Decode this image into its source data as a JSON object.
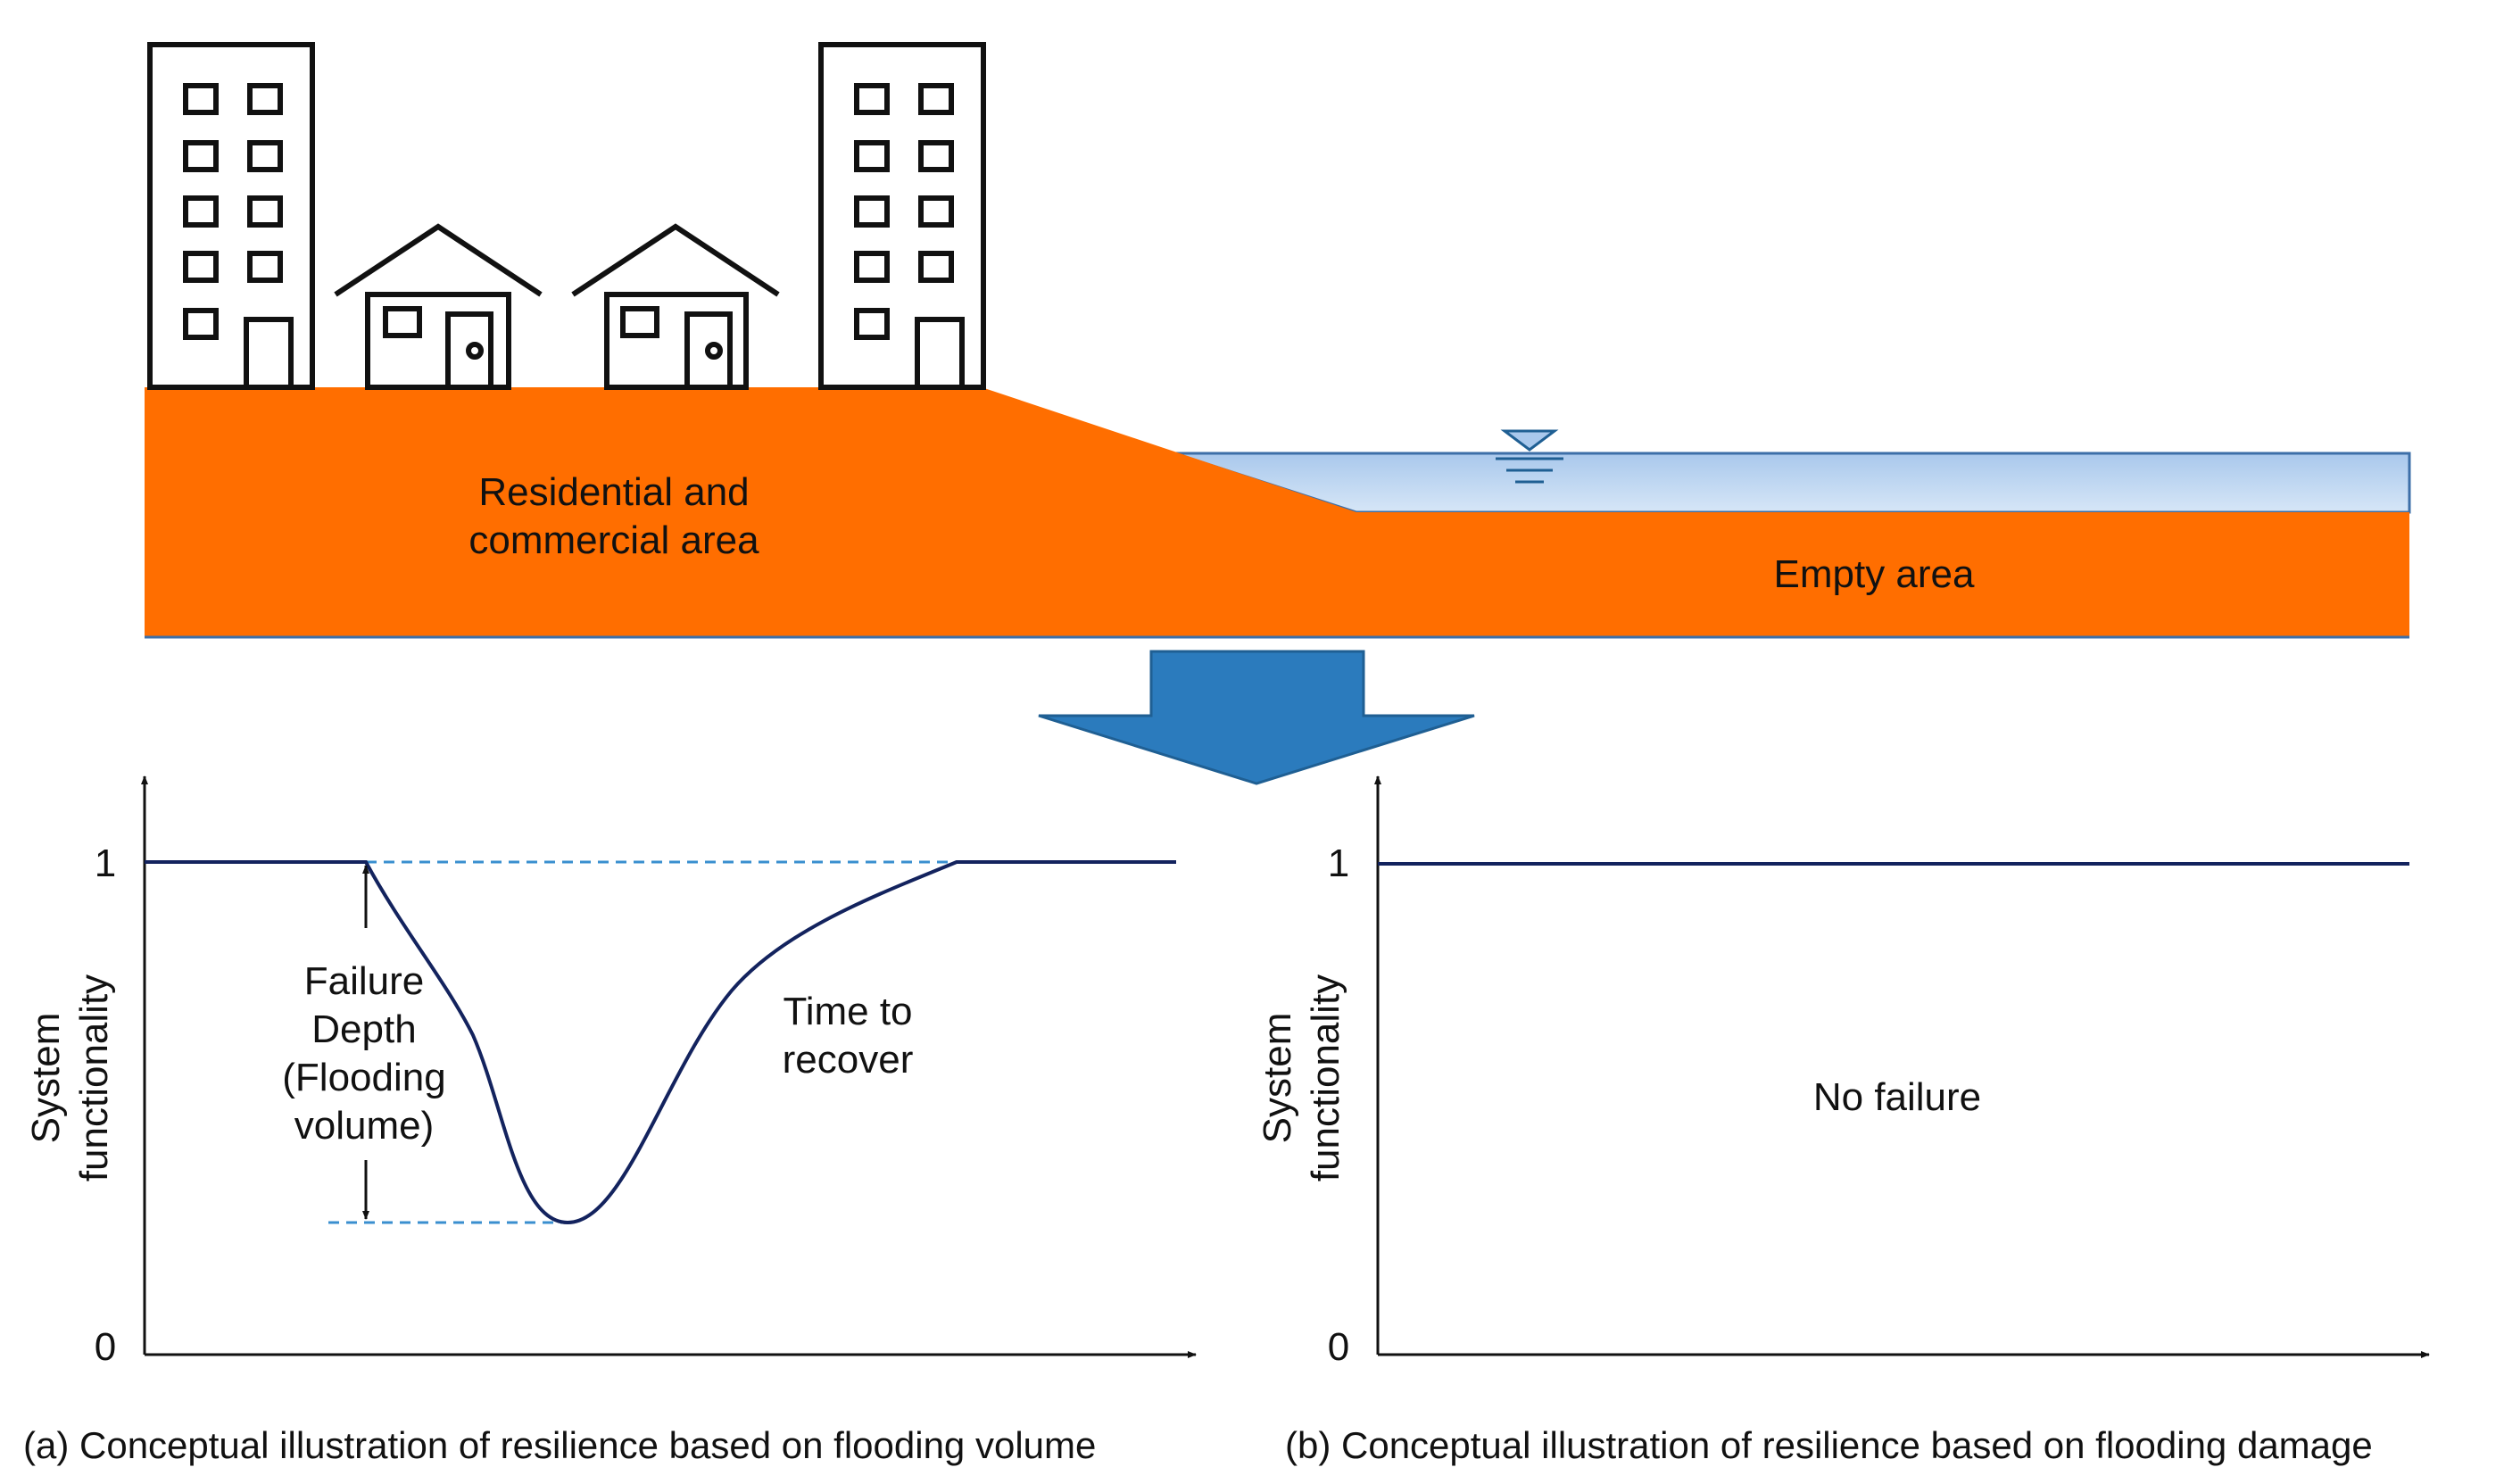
{
  "colors": {
    "ground": "#ff6e00",
    "water_top": "#a9c8ec",
    "water_bottom": "#d6e6f7",
    "water_edge": "#3d6fa8",
    "arrow": "#2b7bbd",
    "arrow_edge": "#1f5f93",
    "curve": "#13235e",
    "dashed": "#3a8fcf",
    "axis": "#111111"
  },
  "icons": {
    "buildings": [
      "apartment-building-icon",
      "house-icon",
      "house-icon",
      "apartment-building-icon"
    ],
    "water_level": "water-level-symbol-icon",
    "transition": "down-arrow-icon"
  },
  "scene": {
    "residential_label_line1": "Residential and",
    "residential_label_line2": "commercial area",
    "empty_label": "Empty area"
  },
  "panel_a": {
    "y_label_line1": "System",
    "y_label_line2": "functionality",
    "y_tick_top": "1",
    "y_tick_bottom": "0",
    "failure_line1": "Failure",
    "failure_line2": "Depth",
    "failure_line3": "(Flooding",
    "failure_line4": "volume)",
    "recover_line1": "Time to",
    "recover_line2": "recover",
    "caption": "(a) Conceptual illustration of resilience based on flooding volume"
  },
  "panel_b": {
    "y_label_line1": "System",
    "y_label_line2": "functionality",
    "y_tick_top": "1",
    "y_tick_bottom": "0",
    "note": "No failure",
    "caption": "(b) Conceptual illustration of resilience based on flooding damage"
  }
}
